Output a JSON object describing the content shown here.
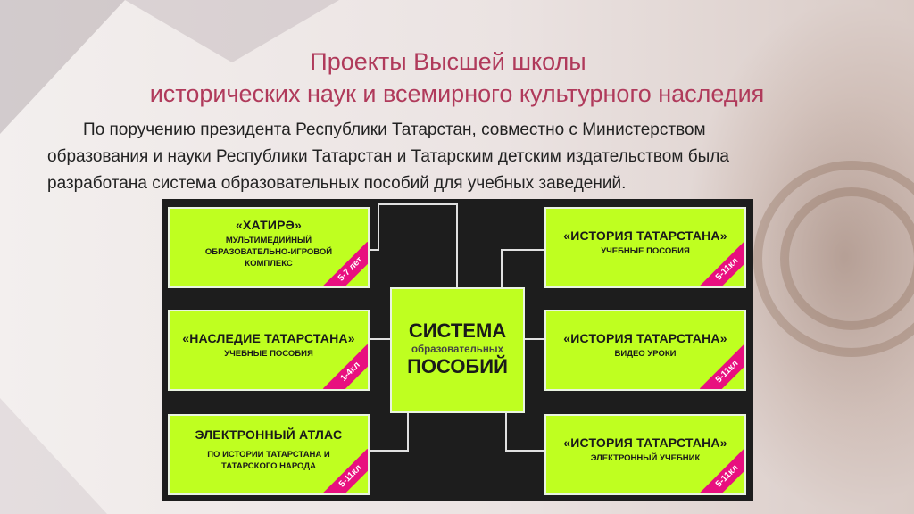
{
  "title": {
    "line1": "Проекты Высшей школы",
    "line2": "исторических наук и  всемирного культурного наследия"
  },
  "intro": {
    "line1": "По поручению президента Республики Татарстан, совместно с Министерством",
    "line2": "образования и науки Республики Татарстан и Татарским детским издательством была",
    "line3": "разработана система образовательных пособий для учебных заведений."
  },
  "diagram": {
    "center": {
      "line1": "СИСТЕМА",
      "line2": "образовательных",
      "line3": "ПОСОБИЙ"
    },
    "boxes": [
      {
        "title": "«ХАТИРӘ»",
        "subtitle": "МУЛЬТИМЕДИЙНЫЙ ОБРАЗОВАТЕЛЬНО-ИГРОВОЙ КОМПЛЕКС",
        "tag": "5-7 лет"
      },
      {
        "title": "«НАСЛЕДИЕ ТАТАРСТАНА»",
        "subtitle": "УЧЕБНЫЕ ПОСОБИЯ",
        "tag": "1-4кл"
      },
      {
        "title": "ЭЛЕКТРОННЫЙ АТЛАС",
        "subtitle": "ПО ИСТОРИИ ТАТАРСТАНА И ТАТАРСКОГО НАРОДА",
        "tag": "5-11кл"
      },
      {
        "title": "«ИСТОРИЯ ТАТАРСТАНА»",
        "subtitle": "УЧЕБНЫЕ ПОСОБИЯ",
        "tag": "5-11кл"
      },
      {
        "title": "«ИСТОРИЯ ТАТАРСТАНА»",
        "subtitle": "ВИДЕО УРОКИ",
        "tag": "5-11кл"
      },
      {
        "title": "«ИСТОРИЯ ТАТАРСТАНА»",
        "subtitle": "ЭЛЕКТРОННЫЙ УЧЕБНИК",
        "tag": "5-11кл"
      }
    ]
  },
  "colors": {
    "title": "#b03a5b",
    "box": "#bfff20",
    "tag": "#e8107f",
    "diagram_bg": "#1d1d1d"
  }
}
